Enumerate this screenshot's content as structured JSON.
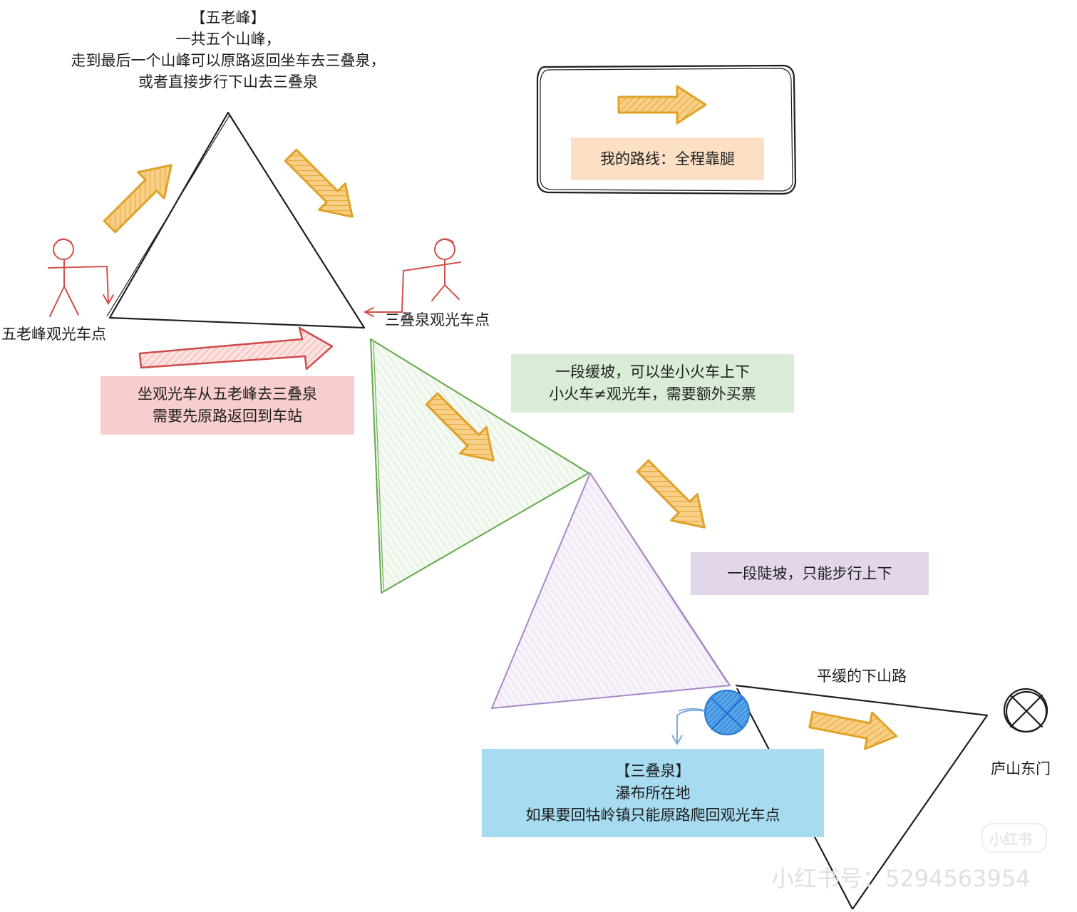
{
  "peak_note": {
    "title": "【五老峰】",
    "lines": [
      "一共五个山峰，",
      "走到最后一个山峰可以原路返回坐车去三叠泉，",
      "或者直接步行下山去三叠泉"
    ]
  },
  "legend": {
    "label": "我的路线：全程靠腿"
  },
  "stations": {
    "wulaofeng": "五老峰观光车点",
    "sandiequan": "三叠泉观光车点"
  },
  "notes": {
    "bus": [
      "坐观光车从五老峰去三叠泉",
      "需要先原路返回到车站"
    ],
    "gentle_slope": [
      "一段缓坡，可以坐小火车上下",
      "小火车≠观光车，需要额外买票"
    ],
    "steep_slope": [
      "一段陡坡，只能步行上下"
    ],
    "waterfall": {
      "title": "【三叠泉】",
      "lines": [
        "瀑布所在地",
        "如果要回牯岭镇只能原路爬回观光车点"
      ]
    }
  },
  "labels": {
    "downhill": "平缓的下山路",
    "east_gate": "庐山东门"
  },
  "watermark": {
    "brand": "小红书",
    "id": "小红书号：5294563954"
  },
  "colors": {
    "route_arrow": "#f0b54a",
    "route_arrow_stroke": "#e0a229",
    "bus_arrow": "#f3a7a4",
    "bus_arrow_stroke": "#cf4b4b",
    "legend_fill": "#fce0c6",
    "bus_note_fill": "#f8cdcd",
    "gentle_fill": "#d9ecd6",
    "gentle_stroke": "#63a84a",
    "steep_fill": "#e3d6ea",
    "steep_stroke": "#a887c8",
    "waterfall_fill": "#a6dbf0",
    "waterfall_icon": "#2a7bd3",
    "person": "#d0504a"
  },
  "icons": {
    "route": "route-arrow-icon",
    "person": "stick-figure-icon",
    "waterfall": "waterfall-marker-icon",
    "gate": "east-gate-x-icon"
  }
}
